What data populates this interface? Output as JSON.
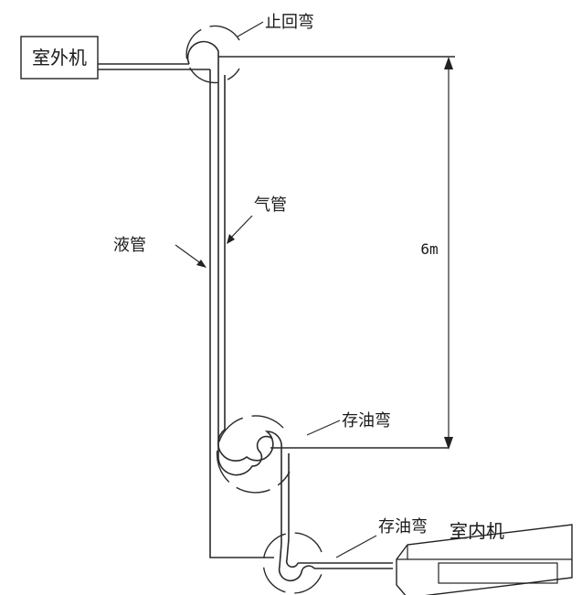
{
  "labels": {
    "outdoor_unit": "室外机",
    "check_bend": "止回弯",
    "gas_pipe": "气管",
    "liquid_pipe": "液管",
    "height": "6m",
    "oil_trap_upper": "存油弯",
    "oil_trap_lower": "存油弯",
    "indoor_unit": "室内机"
  }
}
